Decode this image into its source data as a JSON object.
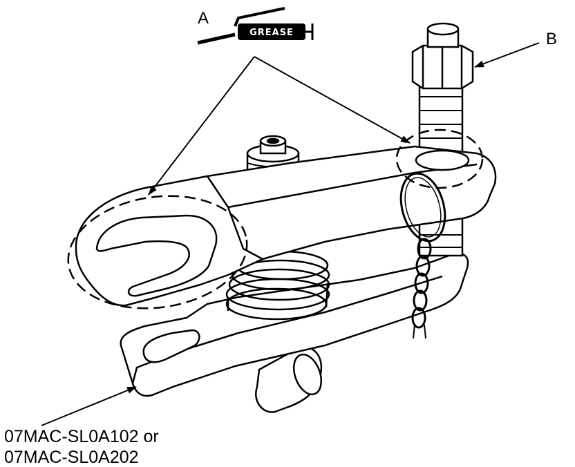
{
  "callouts": {
    "a": "A",
    "b": "B"
  },
  "grease_tag": "GREASE",
  "tool_part_numbers": {
    "line1": "07MAC-SL0A102 or",
    "line2": "07MAC-SL0A202"
  }
}
